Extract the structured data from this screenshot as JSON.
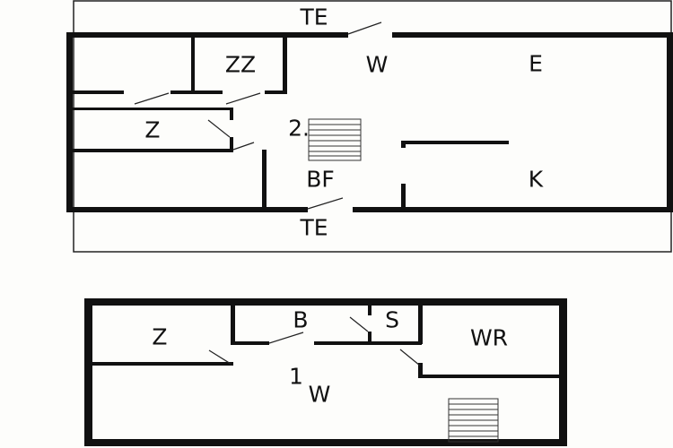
{
  "upper_floor": {
    "floor_number": "2.",
    "rooms": {
      "terrace_top": "TE",
      "zz": "ZZ",
      "w": "W",
      "e": "E",
      "z": "Z",
      "bf": "BF",
      "k": "K",
      "terrace_bottom": "TE"
    }
  },
  "lower_floor": {
    "floor_number": "1",
    "rooms": {
      "z": "Z",
      "b": "B",
      "s": "S",
      "wr": "WR",
      "w": "W"
    }
  },
  "colors": {
    "wall": "#111111",
    "background": "#fdfdfb"
  }
}
